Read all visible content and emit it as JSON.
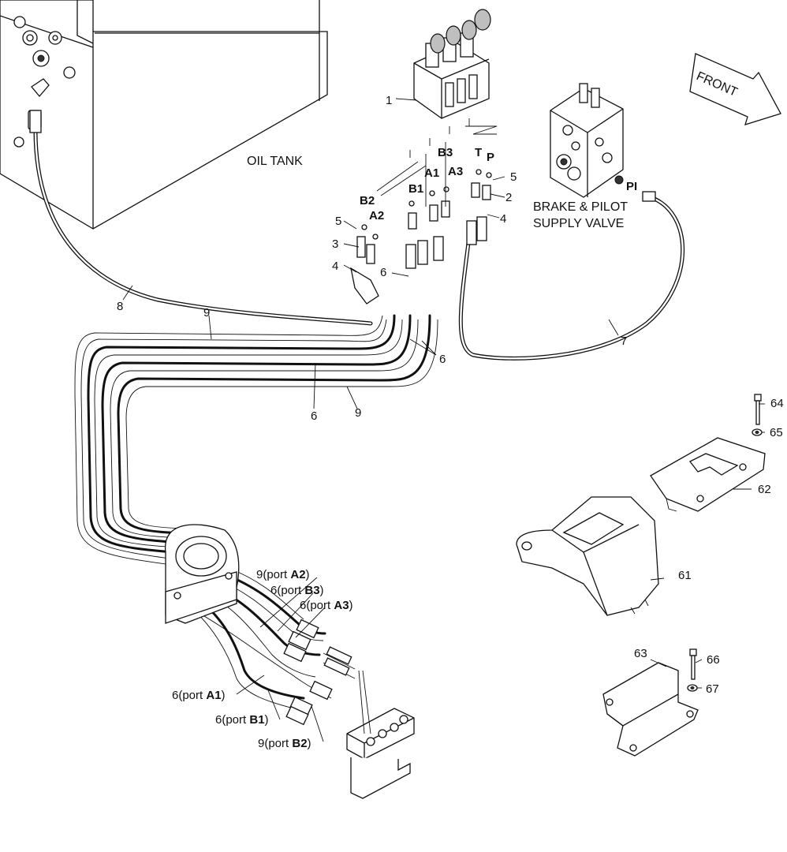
{
  "components": {
    "oil_tank": "OIL TANK",
    "front_arrow": "FRONT",
    "supply_valve_line1": "BRAKE & PILOT",
    "supply_valve_line2": "SUPPLY VALVE",
    "pilot_port": "PI"
  },
  "port_labels": {
    "b2": "B2",
    "a2": "A2",
    "b1": "B1",
    "a1": "A1",
    "b3": "B3",
    "a3": "A3",
    "t": "T",
    "p": "P"
  },
  "callouts": {
    "c1": "1",
    "c2": "2",
    "c3": "3",
    "c4_left": "4",
    "c4_right": "4",
    "c5_left": "5",
    "c5_right": "5",
    "c6_mid": "6",
    "c6_right": "6",
    "c6_low": "6",
    "c7": "7",
    "c8": "8",
    "c9_top": "9",
    "c9_low": "9",
    "c61": "61",
    "c62": "62",
    "c63": "63",
    "c64": "64",
    "c65": "65",
    "c66": "66",
    "c67": "67"
  },
  "hose_callouts": [
    {
      "prefix": "9(port ",
      "port": "A2",
      "suffix": ")"
    },
    {
      "prefix": "6(port ",
      "port": "B3",
      "suffix": ")"
    },
    {
      "prefix": "6(port ",
      "port": "A3",
      "suffix": ")"
    },
    {
      "prefix": "6(port ",
      "port": "A1",
      "suffix": ")"
    },
    {
      "prefix": "6(port ",
      "port": "B1",
      "suffix": ")"
    },
    {
      "prefix": "9(port ",
      "port": "B2",
      "suffix": ")"
    }
  ]
}
